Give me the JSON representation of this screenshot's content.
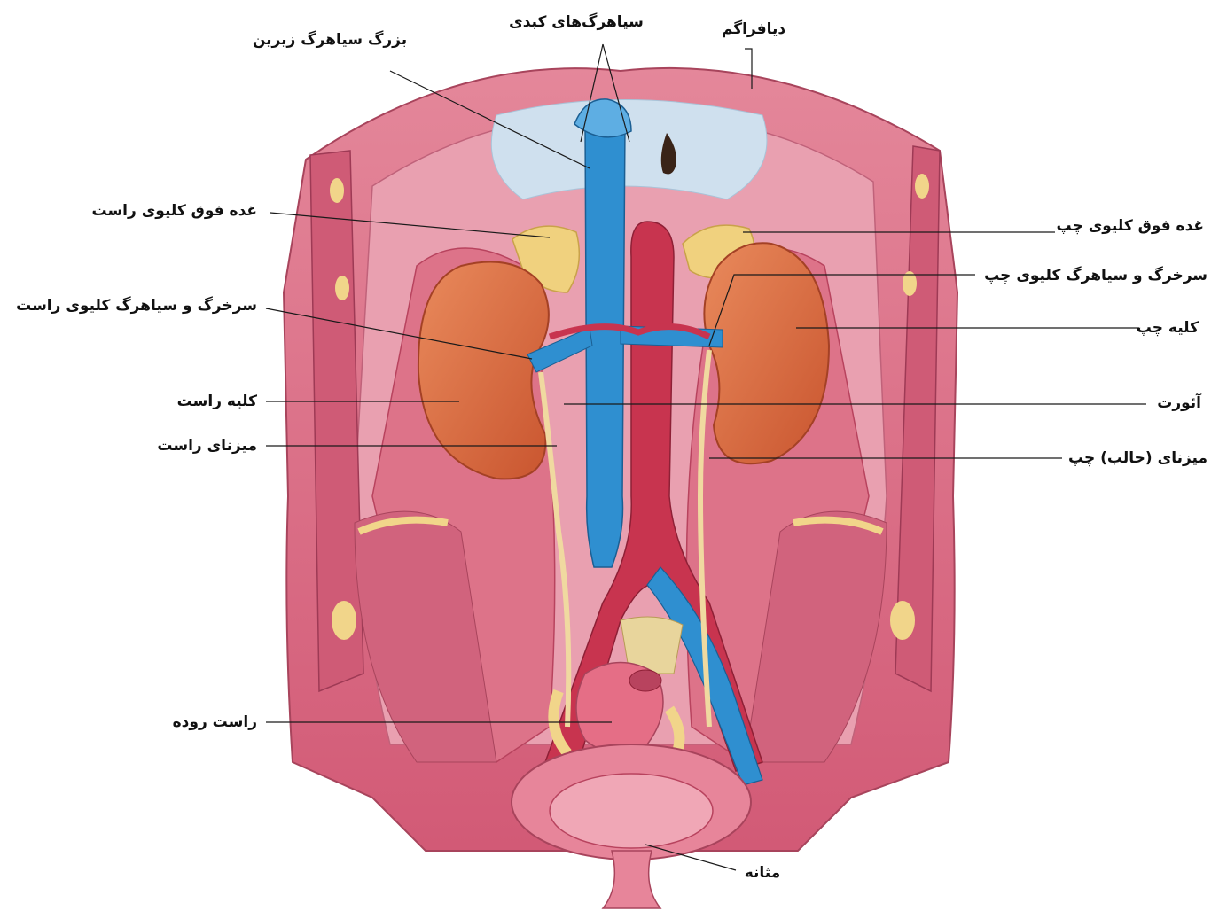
{
  "labels": {
    "ivc": "بزرگ سیاهرگ زیرین",
    "hepatic_veins": "سیاهرگ‌های کبدی",
    "diaphragm": "دیافراگم",
    "right_adrenal": "غده فوق کلیوی راست",
    "left_adrenal": "غده فوق کلیوی چپ",
    "right_renal_vessels": "سرخرگ و سیاهرگ کلیوی راست",
    "left_renal_vessels": "سرخرگ و سیاهرگ کلیوی چپ",
    "left_kidney": "کلیه چپ",
    "right_kidney": "کلیه راست",
    "aorta": "آئورت",
    "right_ureter": "میزنای راست",
    "left_ureter": "میزنای (حالب) چپ",
    "rectum": "راست روده",
    "bladder": "مثانه"
  },
  "colors": {
    "muscle": "#d9647e",
    "muscle_dark": "#b8435e",
    "kidney": "#d86a3f",
    "vein": "#2f8fd0",
    "artery": "#c8344f",
    "fat": "#f1d58a"
  }
}
